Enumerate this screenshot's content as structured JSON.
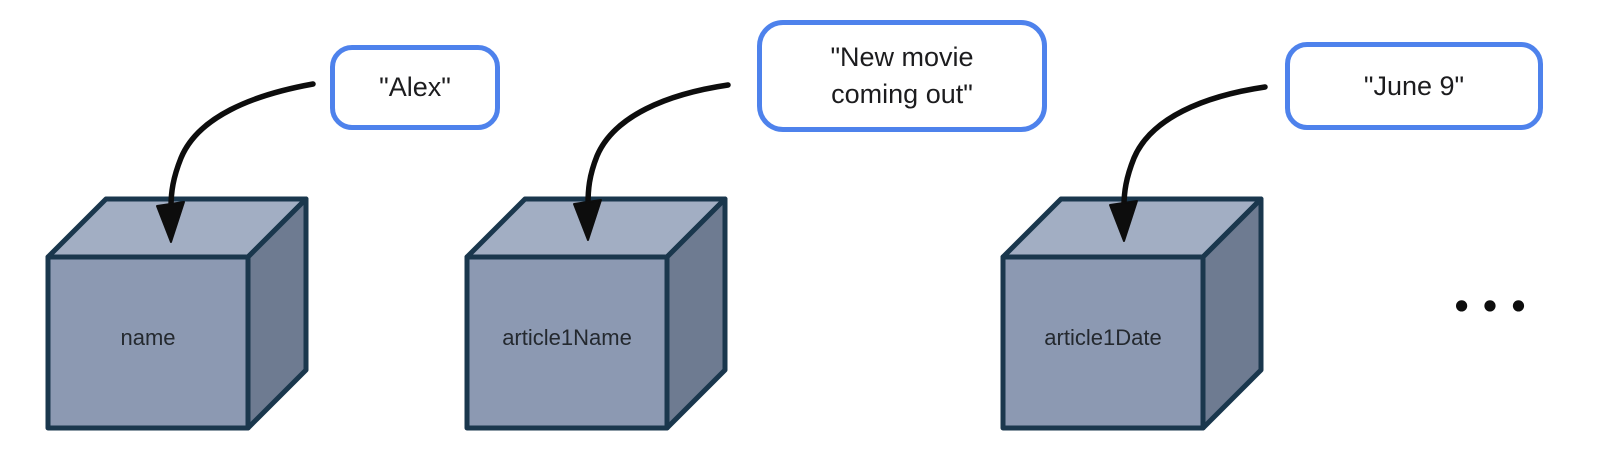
{
  "figure": {
    "title_hint": "variables-as-boxes diagram",
    "background": "#ffffff",
    "colors": {
      "bubble_border": "#4e82ec",
      "bubble_fill": "#ffffff",
      "cube_front": "#8c99b2",
      "cube_top": "#a2aec3",
      "cube_side": "#6e7b91",
      "cube_edge": "#1a374d",
      "arrow": "#0d0d0d",
      "label_text": "#24292f"
    },
    "boxes": [
      {
        "label": "name",
        "value": "\"Alex\""
      },
      {
        "label": "article1Name",
        "value": "\"New movie\ncoming out\""
      },
      {
        "label": "article1Date",
        "value": "\"June 9\""
      }
    ],
    "ellipsis": "•••"
  }
}
